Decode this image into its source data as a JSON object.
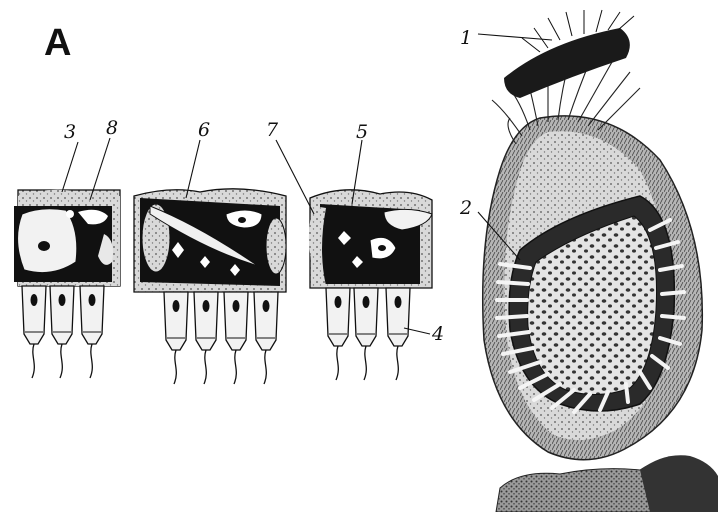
{
  "figure": {
    "panel_label": "A",
    "callouts": [
      "1",
      "2",
      "3",
      "4",
      "5",
      "6",
      "7",
      "8"
    ]
  },
  "colors": {
    "ink": "#111111",
    "paper": "#ffffff",
    "stipple": "#cfcfcf",
    "shadow": "#2a2a2a"
  }
}
